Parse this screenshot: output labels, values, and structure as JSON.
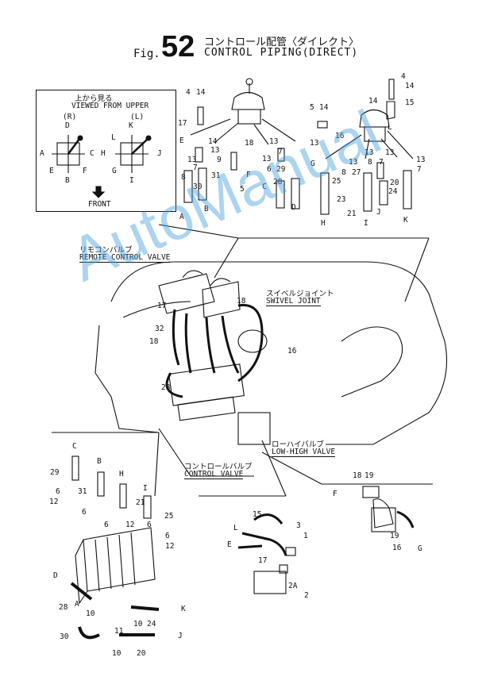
{
  "header": {
    "fig_prefix": "Fig.",
    "fig_number": "52",
    "title_jp": "コントロール配管〈ダイレクト〉",
    "title_en": "CONTROL PIPING(DIRECT)"
  },
  "inset": {
    "jp": "上から見る",
    "en": "VIEWED FROM UPPER",
    "right_label": "(R)",
    "left_label": "(L)",
    "front": "FRONT",
    "letters_r": [
      "D",
      "A",
      "C",
      "E",
      "F",
      "B"
    ],
    "letters_l": [
      "K",
      "L",
      "J",
      "G",
      "I",
      "H"
    ]
  },
  "labels": {
    "remote_jp": "リモコンバルブ",
    "remote_en": "REMOTE CONTROL VALVE",
    "swivel_jp": "スイベルジョイント",
    "swivel_en": "SWIVEL JOINT",
    "lowhigh_jp": "ローハイバルブ",
    "lowhigh_en": "LOW-HIGH VALVE",
    "control_jp": "コントロールバルブ",
    "control_en": "CONTROL VALVE"
  },
  "callouts": {
    "n1": "1",
    "n2": "2",
    "n2a": "2A",
    "n3": "3",
    "n4": "4",
    "n5": "5",
    "n6": "6",
    "n7": "7",
    "n8": "8",
    "n9": "9",
    "n10": "10",
    "n11": "11",
    "n12": "12",
    "n13": "13",
    "n14": "14",
    "n15": "15",
    "n16": "16",
    "n17": "17",
    "n18": "18",
    "n19": "19",
    "n20": "20",
    "n21": "21",
    "n23": "23",
    "n24": "24",
    "n25": "25",
    "n27": "27",
    "n28": "28",
    "n29": "29",
    "n30": "30",
    "n31": "31",
    "n32": "32"
  },
  "letters": {
    "A": "A",
    "B": "B",
    "C": "C",
    "D": "D",
    "E": "E",
    "F": "F",
    "G": "G",
    "H": "H",
    "I": "I",
    "J": "J",
    "K": "K",
    "L": "L"
  },
  "watermark": "AutoManual"
}
